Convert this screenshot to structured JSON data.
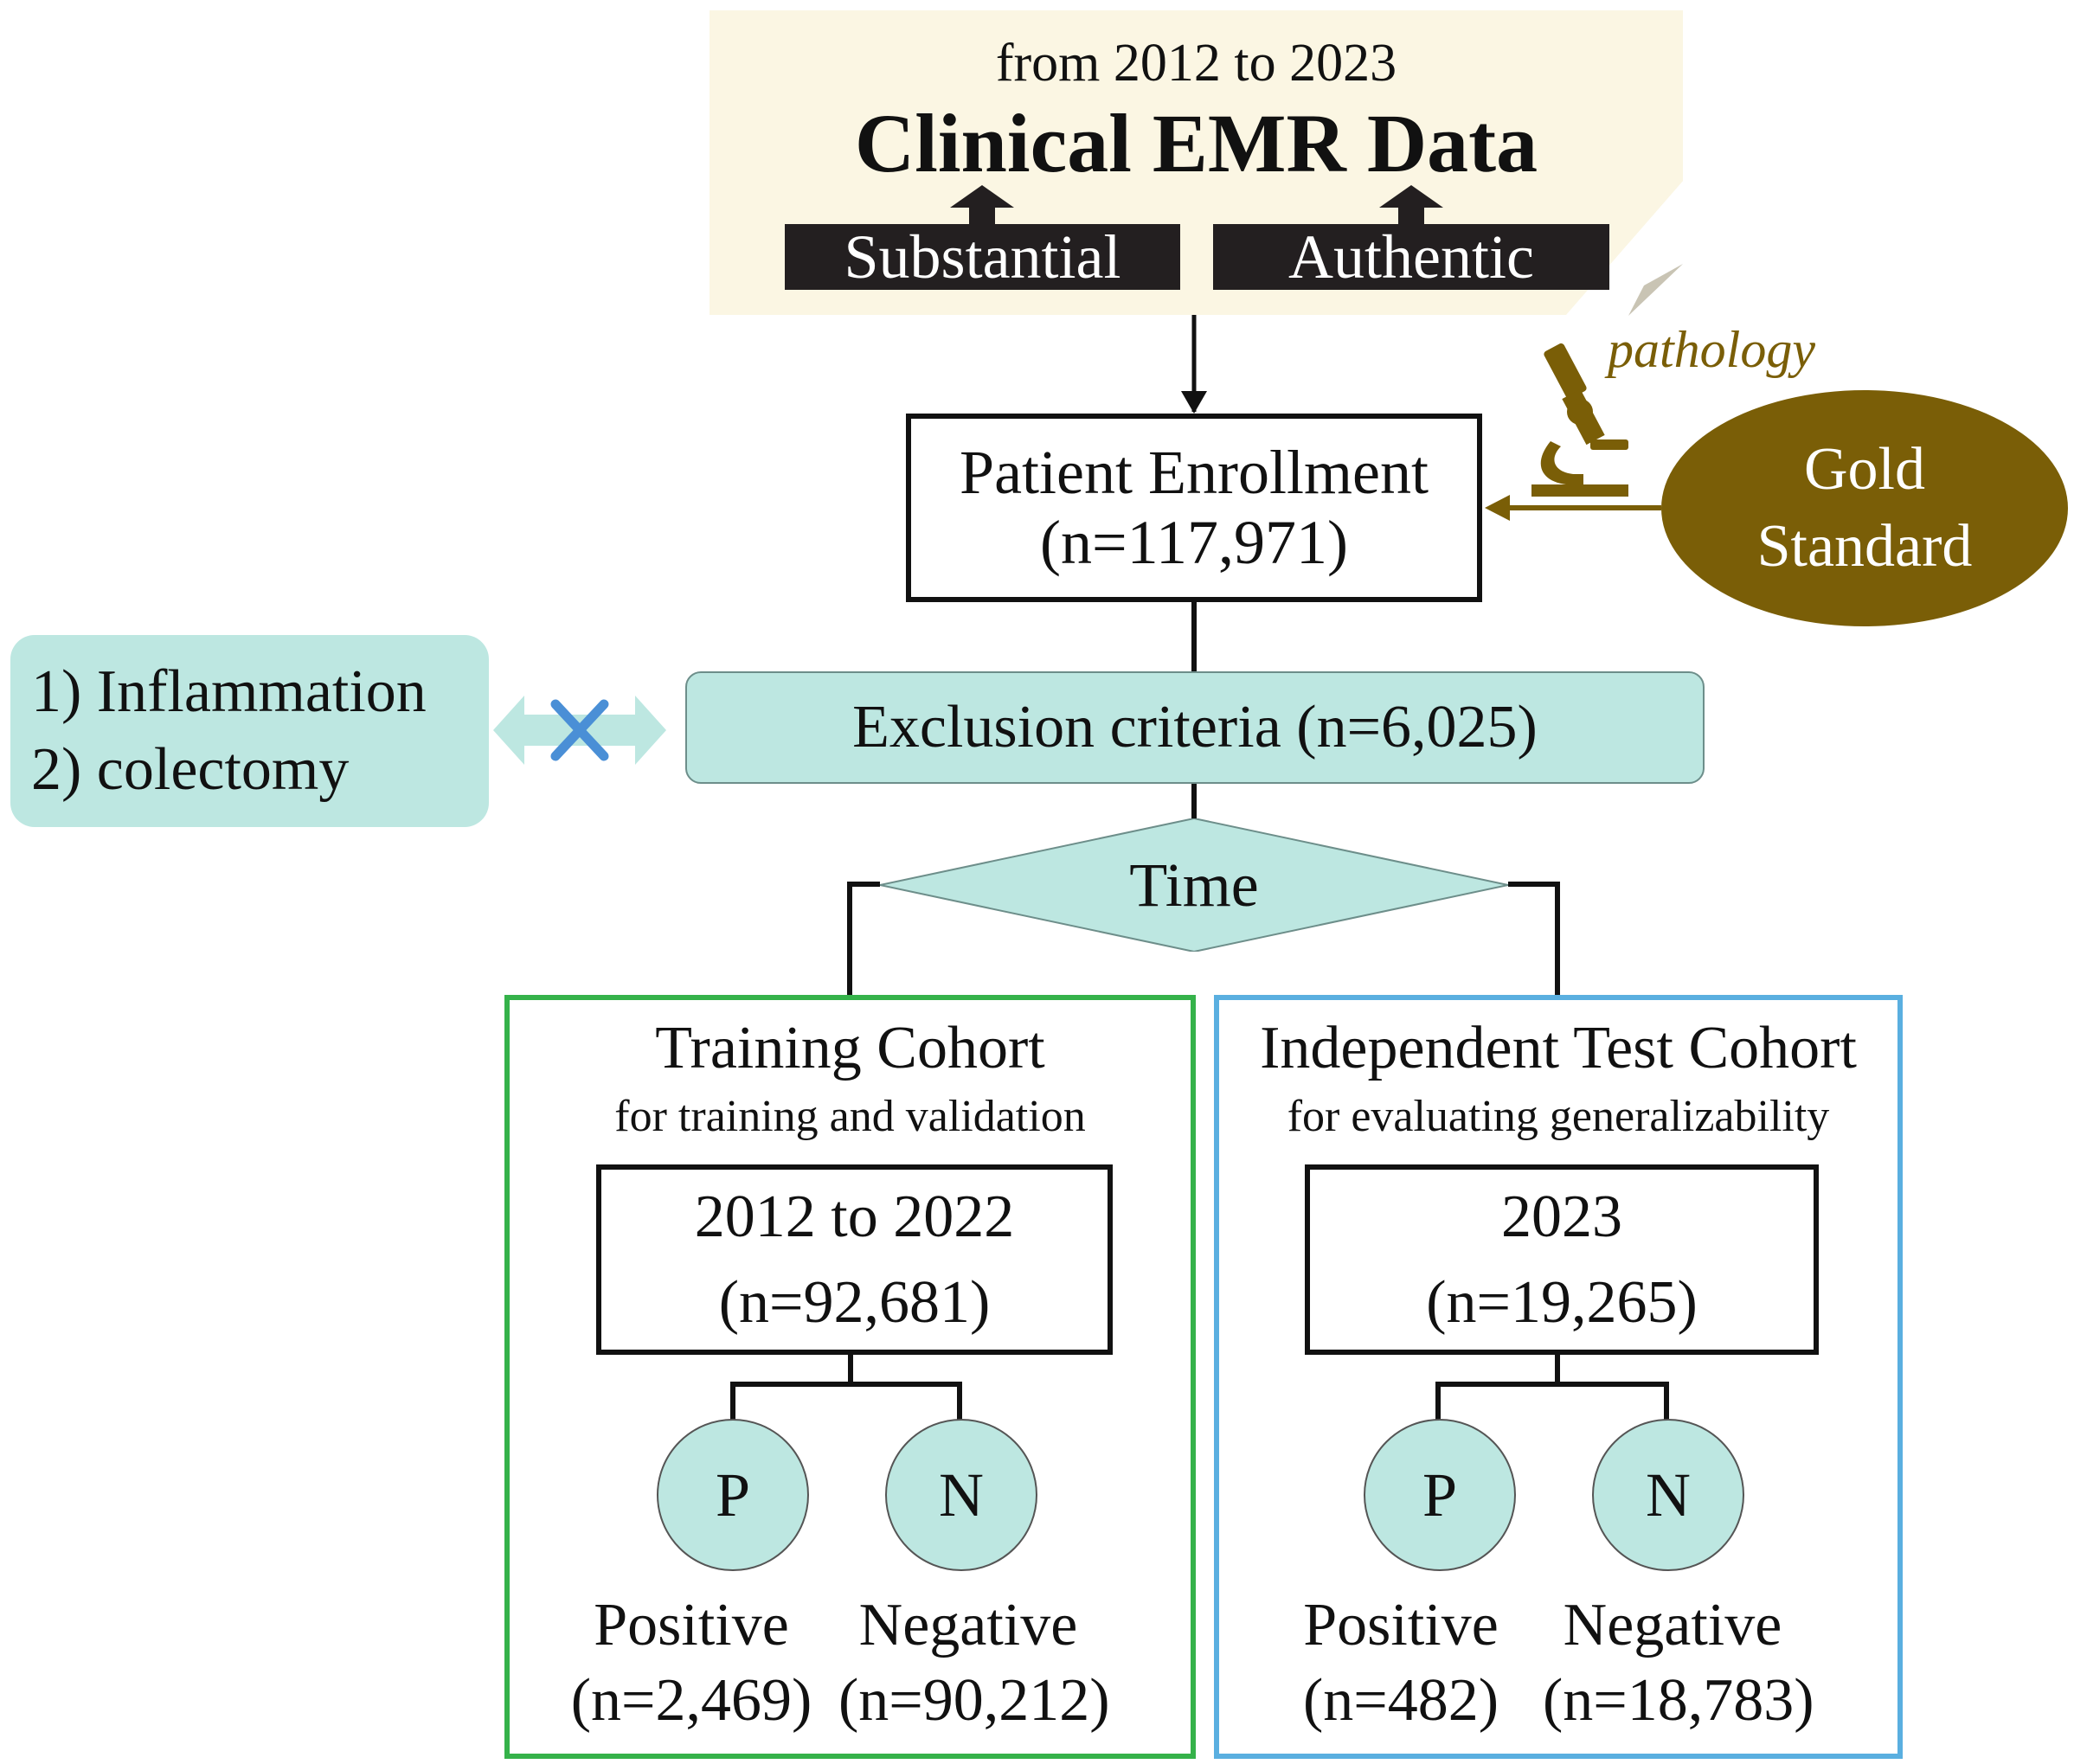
{
  "emr": {
    "subtitle": "from 2012 to 2023",
    "title": "Clinical EMR Data",
    "tags": [
      "Substantial",
      "Authentic"
    ]
  },
  "enrollment": {
    "label": "Patient Enrollment",
    "count": "(n=117,971)"
  },
  "gold_standard": {
    "line1": "Gold",
    "line2": "Standard",
    "source": "pathology"
  },
  "exclusion": {
    "label": "Exclusion criteria (n=6,025)",
    "reasons": [
      "1) Inflammation",
      "2) colectomy"
    ]
  },
  "split": {
    "label": "Time"
  },
  "training": {
    "title": "Training Cohort",
    "subtitle": "for training and validation",
    "years": "2012 to 2022",
    "count": "(n=92,681)",
    "positive": {
      "letter": "P",
      "label": "Positive",
      "count": "(n=2,469)"
    },
    "negative": {
      "letter": "N",
      "label": "Negative",
      "count": "(n=90,212)"
    },
    "border_color": "#35b24a"
  },
  "test": {
    "title": "Independent Test Cohort",
    "subtitle": "for evaluating generalizability",
    "years": "2023",
    "count": "(n=19,265)",
    "positive": {
      "letter": "P",
      "label": "Positive",
      "count": "(n=482)"
    },
    "negative": {
      "letter": "N",
      "label": "Negative",
      "count": "(n=18,783)"
    },
    "border_color": "#5aafe0"
  },
  "colors": {
    "node_fill": "#bde7e1",
    "gold": "#7a5e07",
    "note_fill": "#fbf6e3",
    "blocked_x": "#4a8fd6"
  }
}
